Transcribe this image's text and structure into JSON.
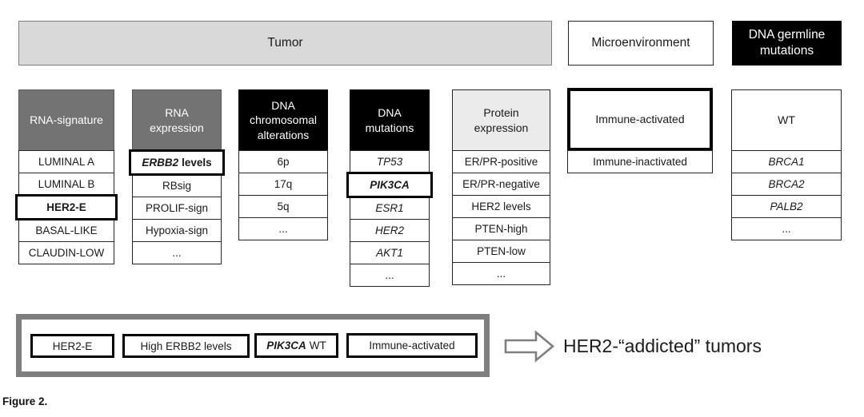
{
  "figure": {
    "caption": "Figure 2.",
    "result_label": "HER2-“addicted” tumors"
  },
  "top_bars": [
    {
      "label": "Tumor"
    },
    {
      "label": "Microenvironment"
    },
    {
      "label": "DNA germline mutations"
    }
  ],
  "columns": [
    {
      "header": "RNA-signature",
      "rows": [
        "LUMINAL A",
        "LUMINAL B",
        "HER2-E",
        "BASAL-LIKE",
        "CLAUDIN-LOW"
      ]
    },
    {
      "header": "RNA expression",
      "highlight": {
        "gene": "ERBB2",
        "rest": "levels"
      },
      "rows": [
        "RBsig",
        "PROLIF-sign",
        "Hypoxia-sign",
        "..."
      ]
    },
    {
      "header": "DNA chromosomal alterations",
      "rows": [
        "6p",
        "17q",
        "5q",
        "..."
      ]
    },
    {
      "header": "DNA mutations",
      "rows": [
        "TP53",
        "PIK3CA",
        "ESR1",
        "HER2",
        "AKT1",
        "..."
      ]
    },
    {
      "header": "Protein expression",
      "rows": [
        "ER/PR-positive",
        "ER/PR-negative",
        "HER2 levels",
        "PTEN-high",
        "PTEN-low",
        "..."
      ]
    },
    {
      "header": "Immune-activated",
      "rows": [
        "Immune-inactivated"
      ]
    },
    {
      "header": "WT",
      "rows": [
        "BRCA1",
        "BRCA2",
        "PALB2",
        "..."
      ]
    }
  ],
  "summary": {
    "boxes": [
      {
        "label": "HER2-E"
      },
      {
        "label": "High ERBB2 levels"
      },
      {
        "gene": "PIK3CA",
        "rest": "WT"
      },
      {
        "label": "Immune-activated"
      }
    ]
  },
  "colors": {
    "mid_gray_header": "#737373",
    "black_header": "#000000",
    "light_gray_header": "#ebebeb",
    "tumor_bar": "#d9d9d9",
    "outline_gray": "#7f7f7f",
    "cell_border": "#262626"
  }
}
